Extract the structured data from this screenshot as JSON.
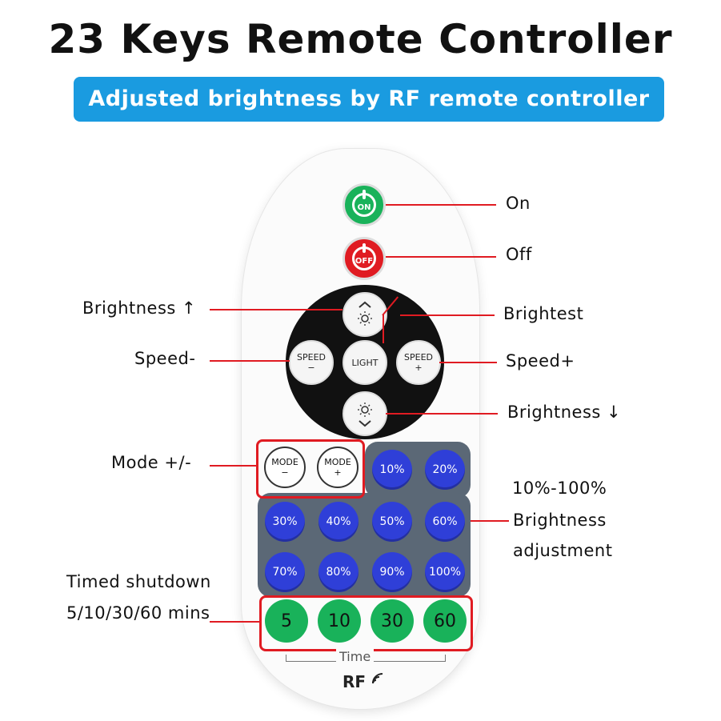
{
  "title": "23 Keys Remote Controller",
  "banner": "Adjusted brightness by RF remote controller",
  "remote": {
    "on_label": "ON",
    "off_label": "OFF",
    "speed_minus": "SPEED\n−",
    "speed_plus": "SPEED\n+",
    "light": "LIGHT",
    "mode_minus": "MODE\n−",
    "mode_plus": "MODE\n+",
    "brightness_keys": [
      "10%",
      "20%",
      "30%",
      "40%",
      "50%",
      "60%",
      "70%",
      "80%",
      "90%",
      "100%"
    ],
    "timer_keys": [
      "5",
      "10",
      "30",
      "60"
    ],
    "time_label": "Time",
    "brand": "RF"
  },
  "callouts": {
    "on": "On",
    "off": "Off",
    "brightness_up": "Brightness ↑",
    "brightest": "Brightest",
    "speed_minus": "Speed-",
    "speed_plus": "Speed+",
    "brightness_down": "Brightness ↓",
    "mode": "Mode +/-",
    "brightness_range": "10%-100%",
    "brightness_adj_1": "Brightness",
    "brightness_adj_2": "adjustment",
    "timed_1": "Timed shutdown",
    "timed_2": "5/10/30/60 mins"
  },
  "colors": {
    "accent": "#1a9be0",
    "callout_line": "#e01b22",
    "on_button": "#19b25a",
    "off_button": "#e01b22",
    "percent_button": "#2f3fd8",
    "timer_button": "#19b25a"
  }
}
